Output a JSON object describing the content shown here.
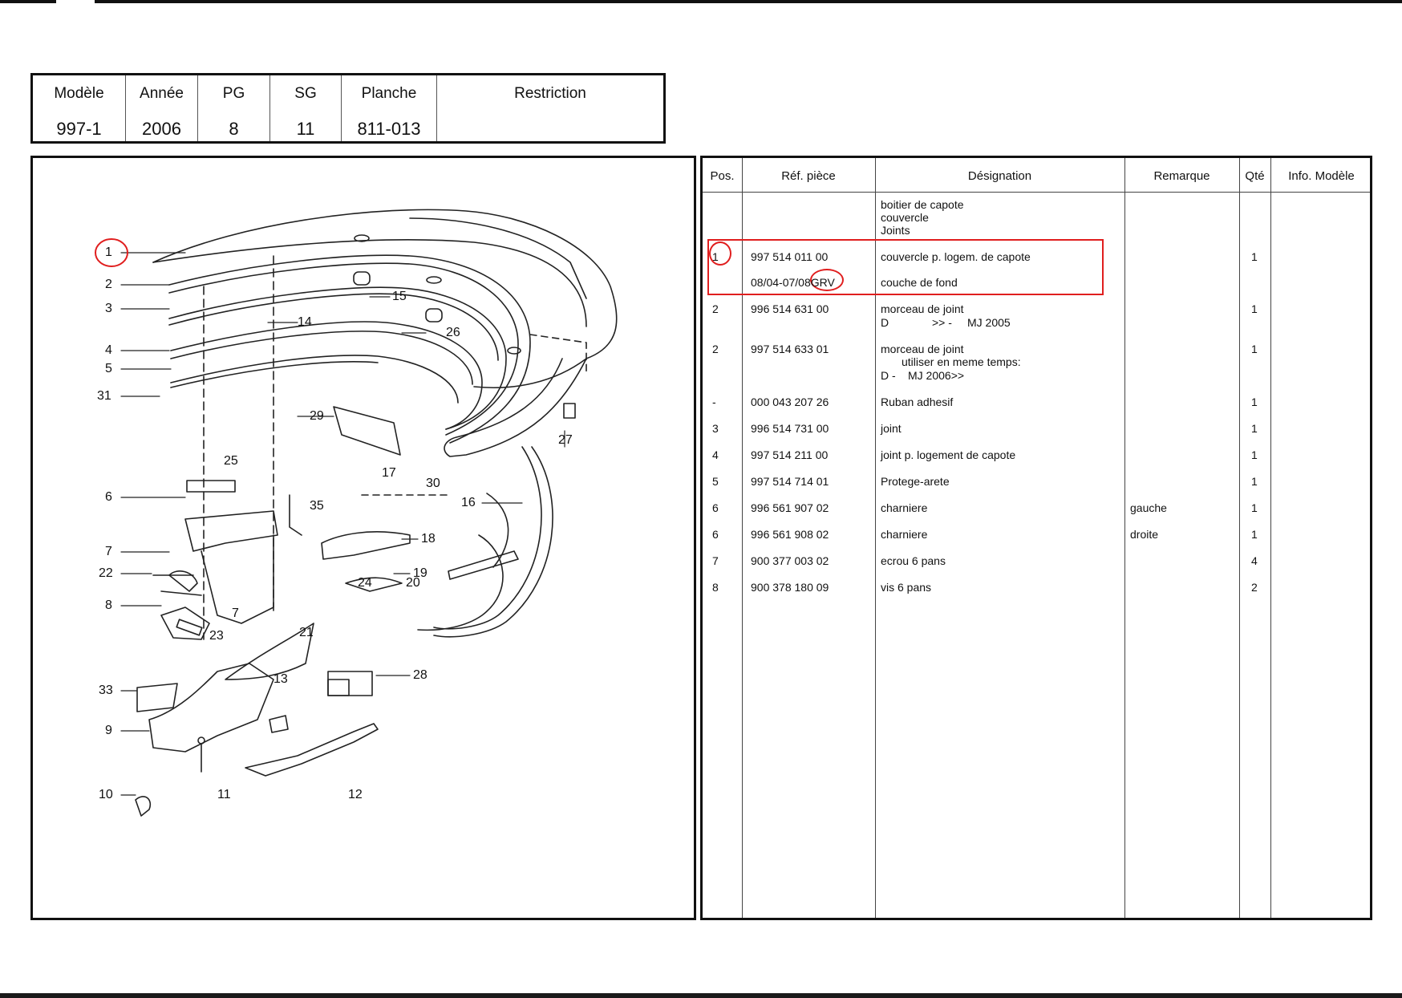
{
  "header": {
    "labels": {
      "modele": "Modèle",
      "annee": "Année",
      "pg": "PG",
      "sg": "SG",
      "planche": "Planche",
      "restriction": "Restriction"
    },
    "values": {
      "modele": "997-1",
      "annee": "2006",
      "pg": "8",
      "sg": "11",
      "planche": "811-013",
      "restriction": ""
    }
  },
  "diagram": {
    "callouts": [
      "1",
      "2",
      "3",
      "4",
      "5",
      "31",
      "25",
      "6",
      "7",
      "22",
      "8",
      "23",
      "7",
      "29",
      "17",
      "30",
      "35",
      "18",
      "16",
      "19",
      "24",
      "20",
      "21",
      "14",
      "26",
      "15",
      "27",
      "33",
      "9",
      "13",
      "28",
      "10",
      "11",
      "12"
    ],
    "highlight_color": "#e01e1e"
  },
  "table": {
    "headers": {
      "pos": "Pos.",
      "ref": "Réf. pièce",
      "designation": "Désignation",
      "remarque": "Remarque",
      "qte": "Qté",
      "info": "Info. Modèle"
    },
    "group_title": [
      "boitier de capote",
      "couvercle",
      "Joints"
    ],
    "rows": [
      {
        "pos": "1",
        "ref": "997 514 011 00",
        "designation": "couvercle p. logem. de capote",
        "remarque": "",
        "qte": "1"
      },
      {
        "pos": "",
        "ref": "08/04-07/08GRV",
        "designation": "couche de fond",
        "remarque": "",
        "qte": ""
      },
      {
        "pos": "2",
        "ref": "996 514 631 00",
        "designation": "morceau de joint",
        "remarque": "",
        "qte": "1"
      },
      {
        "pos": "2",
        "ref": "997 514 633 01",
        "designation": "morceau de joint",
        "remarque": "",
        "qte": "1"
      },
      {
        "pos": "-",
        "ref": "000 043 207 26",
        "designation": "Ruban adhesif",
        "remarque": "",
        "qte": "1"
      },
      {
        "pos": "3",
        "ref": "996 514 731 00",
        "designation": "joint",
        "remarque": "",
        "qte": "1"
      },
      {
        "pos": "4",
        "ref": "997 514 211 00",
        "designation": "joint p. logement de capote",
        "remarque": "",
        "qte": "1"
      },
      {
        "pos": "5",
        "ref": "997 514 714 01",
        "designation": "Protege-arete",
        "remarque": "",
        "qte": "1"
      },
      {
        "pos": "6",
        "ref": "996 561 907 02",
        "designation": "charniere",
        "remarque": "gauche",
        "qte": "1"
      },
      {
        "pos": "6",
        "ref": "996 561 908 02",
        "designation": "charniere",
        "remarque": "droite",
        "qte": "1"
      },
      {
        "pos": "7",
        "ref": "900 377 003 02",
        "designation": "ecrou 6 pans",
        "remarque": "",
        "qte": "4"
      },
      {
        "pos": "8",
        "ref": "900 378 180 09",
        "designation": "vis 6 pans",
        "remarque": "",
        "qte": "2"
      }
    ],
    "notes": {
      "row2_a": "D",
      "row2_b": ">> -",
      "row2_c": "MJ 2005",
      "row3_a": "utiliser en meme temps:",
      "row3_b": "D -",
      "row3_c": "MJ 2006>>"
    }
  }
}
